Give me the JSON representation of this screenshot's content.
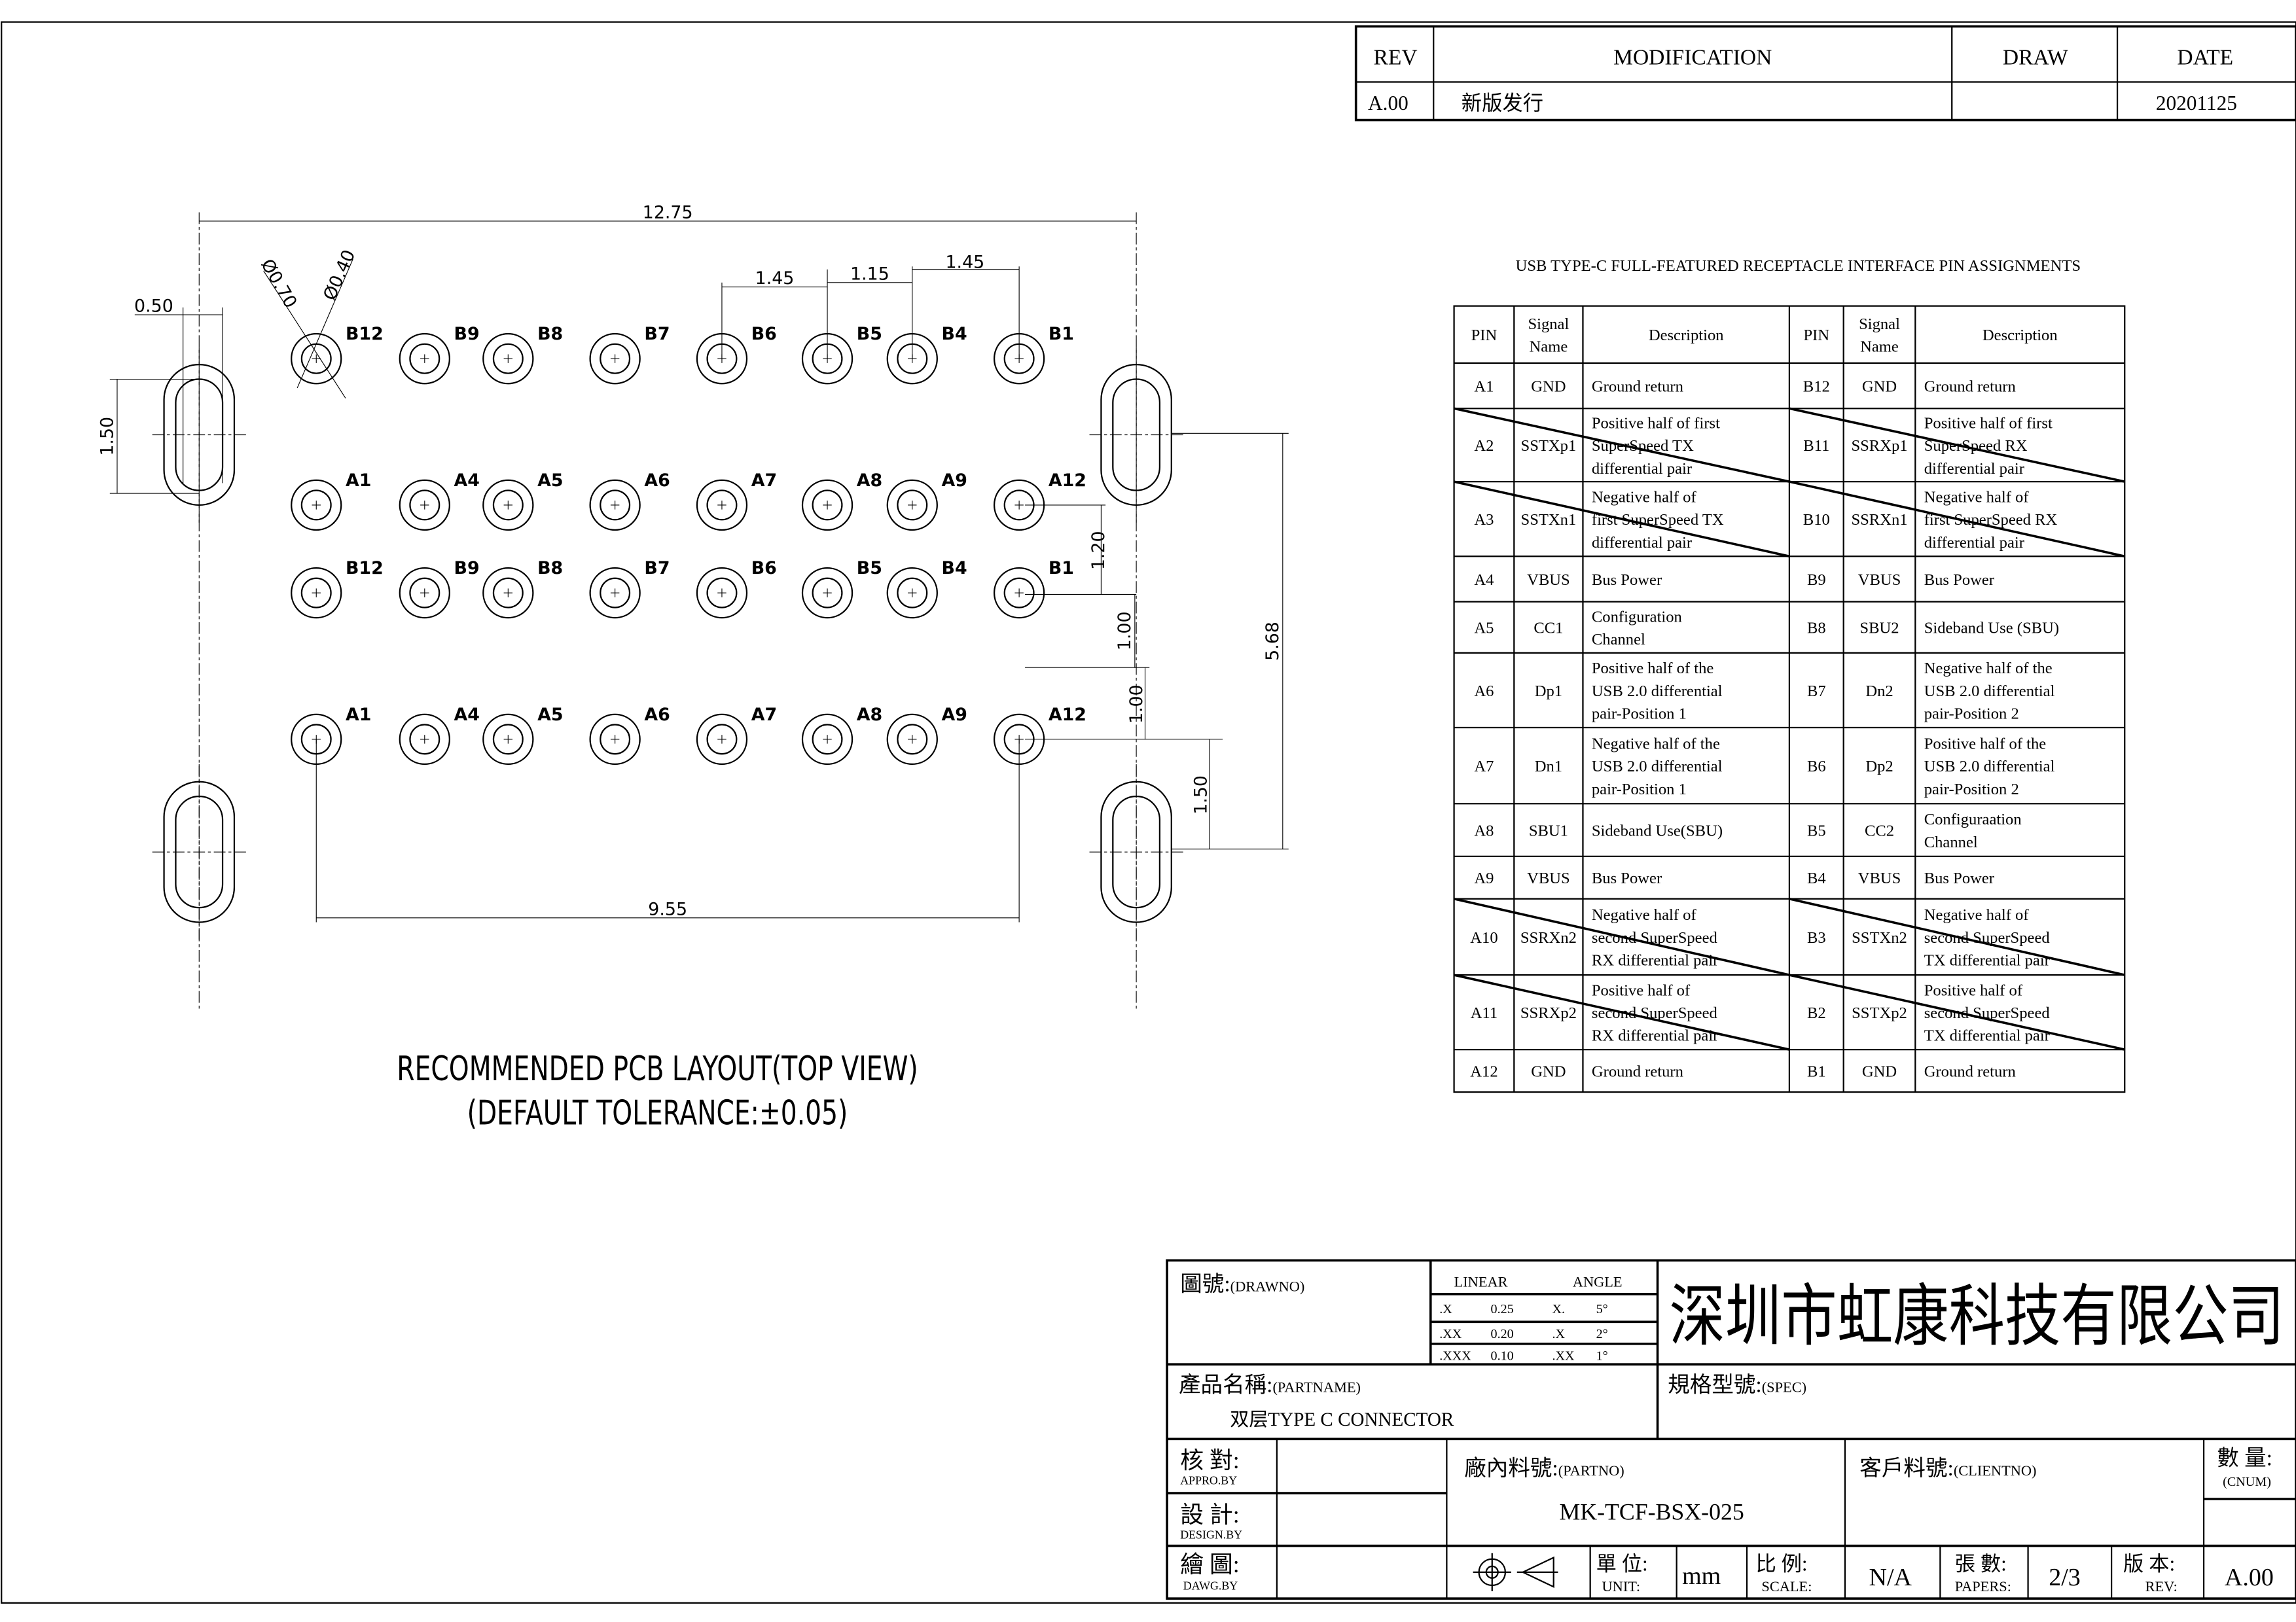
{
  "revision_table": {
    "headers": [
      "REV",
      "MODIFICATION",
      "DRAW",
      "DATE"
    ],
    "row": {
      "rev": "A.00",
      "modification": "新版发行",
      "draw": "",
      "date": "20201125"
    }
  },
  "layout": {
    "title": "RECOMMENDED PCB LAYOUT(TOP VIEW)",
    "subtitle": "(DEFAULT TOLERANCE:±0.05)",
    "rows": [
      [
        "B12",
        "B9",
        "B8",
        "B7",
        "B6",
        "B5",
        "B4",
        "B1"
      ],
      [
        "A1",
        "A4",
        "A5",
        "A6",
        "A7",
        "A8",
        "A9",
        "A12"
      ],
      [
        "B12",
        "B9",
        "B8",
        "B7",
        "B6",
        "B5",
        "B4",
        "B1"
      ],
      [
        "A1",
        "A4",
        "A5",
        "A6",
        "A7",
        "A8",
        "A9",
        "A12"
      ]
    ],
    "dims": {
      "overall_width": "12.75",
      "slot_width": "0.50",
      "slot_length": "1.50",
      "pad_outer": "Ø0.70",
      "hole": "Ø0.40",
      "pitch_a": "1.45",
      "pitch_b": "1.15",
      "pitch_c": "1.45",
      "row_gap": "1.20",
      "gap_1": "1.00",
      "gap_2": "1.00",
      "slot_offset": "1.50",
      "slot_spacing": "5.68",
      "pin_span": "9.55"
    }
  },
  "pin_table": {
    "title": "USB TYPE-C FULL-FEATURED RECEPTACLE INTERFACE PIN ASSIGNMENTS",
    "headers": [
      "PIN",
      "Signal\nName",
      "Description",
      "PIN",
      "Signal\nName",
      "Description"
    ],
    "rows": [
      [
        "A1",
        "GND",
        "Ground return",
        "B12",
        "GND",
        "Ground return"
      ],
      [
        "A2",
        "SSTXp1",
        "Positive half of first\nSuperSpeed TX\ndifferential pair",
        "B11",
        "SSRXp1",
        "Positive half of first\nSuperSpeed RX\ndifferential pair"
      ],
      [
        "A3",
        "SSTXn1",
        "Negative half of\nfirst SuperSpeed TX\ndifferential pair",
        "B10",
        "SSRXn1",
        "Negative half of\nfirst SuperSpeed RX\ndifferential pair"
      ],
      [
        "A4",
        "VBUS",
        "Bus Power",
        "B9",
        "VBUS",
        "Bus Power"
      ],
      [
        "A5",
        "CC1",
        "Configuration\nChannel",
        "B8",
        "SBU2",
        "Sideband Use (SBU)"
      ],
      [
        "A6",
        "Dp1",
        "Positive half of the\nUSB 2.0 differential\npair-Position 1",
        "B7",
        "Dn2",
        "Negative half of the\nUSB 2.0 differential\npair-Position 2"
      ],
      [
        "A7",
        "Dn1",
        "Negative half of the\nUSB 2.0 differential\npair-Position 1",
        "B6",
        "Dp2",
        "Positive half of the\nUSB 2.0 differential\npair-Position 2"
      ],
      [
        "A8",
        "SBU1",
        "Sideband Use(SBU)",
        "B5",
        "CC2",
        "Configuraation\nChannel"
      ],
      [
        "A9",
        "VBUS",
        "Bus Power",
        "B4",
        "VBUS",
        "Bus Power"
      ],
      [
        "A10",
        "SSRXn2",
        "Negative half of\nsecond SuperSpeed\nRX differential pair",
        "B3",
        "SSTXn2",
        "Negative half of\nsecond SuperSpeed\nTX differential pair"
      ],
      [
        "A11",
        "SSRXp2",
        "Positive half of\nsecond SuperSpeed\nRX differential pair",
        "B2",
        "SSTXp2",
        "Positive half of\nsecond SuperSpeed\nTX differential pair"
      ],
      [
        "A12",
        "GND",
        "Ground return",
        "B1",
        "GND",
        "Ground return"
      ]
    ],
    "struck_rows": [
      1,
      2,
      9,
      10
    ]
  },
  "title_block": {
    "drawno_label": "圖號:",
    "drawno_en": "(DRAWNO)",
    "tol_headers": [
      "LINEAR",
      "ANGLE"
    ],
    "tolerances": [
      [
        ".X",
        "0.25",
        "X.",
        "5°"
      ],
      [
        ".XX",
        "0.20",
        ".X",
        "2°"
      ],
      [
        ".XXX",
        "0.10",
        ".XX",
        "1°"
      ]
    ],
    "company": "深圳市虹康科技有限公司",
    "partname_label": "產品名稱:",
    "partname_en": "(PARTNAME)",
    "partname": "双层TYPE C   CONNECTOR",
    "spec_label": "規格型號:",
    "spec_en": "(SPEC)",
    "appro_label": "核  對:",
    "appro_en": "APPRO.BY",
    "design_label": "設  計:",
    "design_en": "DESIGN.BY",
    "drawn_label": "繪  圖:",
    "drawn_en": "DAWG.BY",
    "partno_label": "廠內料號:",
    "partno_en": "(PARTNO)",
    "partno": "MK-TCF-BSX-025",
    "clientno_label": "客戶料號:",
    "clientno_en": "(CLIENTNO)",
    "cnum_label": "數 量:",
    "cnum_en": "(CNUM)",
    "unit_label": "單 位:",
    "unit_en": "UNIT:",
    "unit": "mm",
    "scale_label": "比 例:",
    "scale_en": "SCALE:",
    "scale": "N/A",
    "papers_label": "張 數:",
    "papers_en": "PAPERS:",
    "papers": "2/3",
    "rev_label": "版 本:",
    "rev_en": "REV:",
    "rev": "A.00"
  }
}
